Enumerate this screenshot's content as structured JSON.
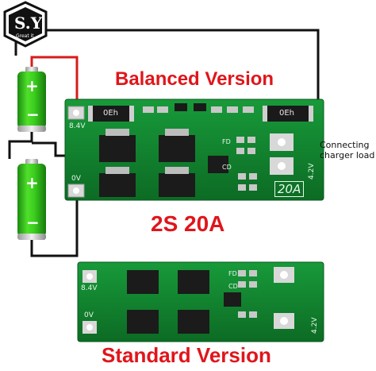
{
  "logo": {
    "letters": "S.Y",
    "tagline": "Great it"
  },
  "titles": {
    "balanced": "Balanced Version",
    "model": "2S 20A",
    "standard": "Standard Version"
  },
  "annotation": {
    "line1": "Connecting",
    "line2": "charger load"
  },
  "board_top": {
    "label_84v": "8.4V",
    "label_0v": "0V",
    "label_42v": "4.2V",
    "label_20a": "20A",
    "label_fd": "FD",
    "label_cd": "CD",
    "resistor_a": "0Eh",
    "resistor_b": "0Eh"
  },
  "board_bottom": {
    "label_84v": "8.4V",
    "label_0v": "0V",
    "label_42v": "4.2V",
    "label_fd": "FD",
    "label_cd": "CD"
  },
  "battery_sign": {
    "plus": "+",
    "minus": "−"
  },
  "colors": {
    "pcb": "#0f7a2b",
    "pcb_light": "#189a3a",
    "battery": "#3bcc1e",
    "title_red": "#e0151b",
    "wire_red": "#d81b1b",
    "wire_black": "#111111",
    "wire_blue": "#1f4fd8"
  }
}
